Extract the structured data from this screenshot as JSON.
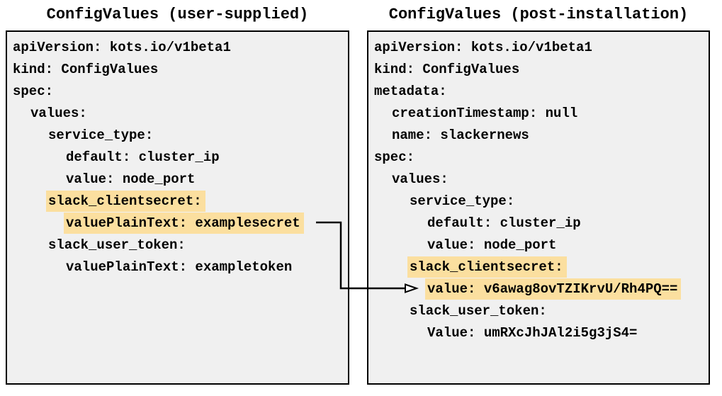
{
  "colors": {
    "panel_background": "#f0f0f0",
    "panel_border": "#000000",
    "highlight": "#fbdf9f",
    "text": "#000000",
    "arrow": "#000000"
  },
  "left_panel": {
    "title": "ConfigValues (user-supplied)",
    "lines": [
      {
        "indent": 0,
        "text": "apiVersion: kots.io/v1beta1",
        "highlight": false
      },
      {
        "indent": 0,
        "text": "kind: ConfigValues",
        "highlight": false
      },
      {
        "indent": 0,
        "text": "spec:",
        "highlight": false
      },
      {
        "indent": 1,
        "text": "values:",
        "highlight": false
      },
      {
        "indent": 2,
        "text": "service_type:",
        "highlight": false
      },
      {
        "indent": 3,
        "text": "default: cluster_ip",
        "highlight": false
      },
      {
        "indent": 3,
        "text": "value: node_port",
        "highlight": false
      },
      {
        "indent": 2,
        "text": "slack_clientsecret:",
        "highlight": true
      },
      {
        "indent": 3,
        "text": "valuePlainText: examplesecret",
        "highlight": true
      },
      {
        "indent": 2,
        "text": "slack_user_token:",
        "highlight": false
      },
      {
        "indent": 3,
        "text": "valuePlainText: exampletoken",
        "highlight": false
      }
    ]
  },
  "right_panel": {
    "title": "ConfigValues (post-installation)",
    "lines": [
      {
        "indent": 0,
        "text": "apiVersion: kots.io/v1beta1",
        "highlight": false
      },
      {
        "indent": 0,
        "text": "kind: ConfigValues",
        "highlight": false
      },
      {
        "indent": 0,
        "text": "metadata:",
        "highlight": false
      },
      {
        "indent": 1,
        "text": "creationTimestamp: null",
        "highlight": false
      },
      {
        "indent": 1,
        "text": "name: slackernews",
        "highlight": false
      },
      {
        "indent": 0,
        "text": "spec:",
        "highlight": false
      },
      {
        "indent": 1,
        "text": "values:",
        "highlight": false
      },
      {
        "indent": 2,
        "text": "service_type:",
        "highlight": false
      },
      {
        "indent": 3,
        "text": "default: cluster_ip",
        "highlight": false
      },
      {
        "indent": 3,
        "text": "value: node_port",
        "highlight": false
      },
      {
        "indent": 2,
        "text": "slack_clientsecret:",
        "highlight": true
      },
      {
        "indent": 3,
        "text": "value: v6awag8ovTZIKrvU/Rh4PQ==",
        "highlight": true
      },
      {
        "indent": 2,
        "text": "slack_user_token:",
        "highlight": false
      },
      {
        "indent": 3,
        "text": "Value: umRXcJhJAl2i5g3jS4=",
        "highlight": false
      }
    ]
  },
  "arrow": {
    "from_text": "valuePlainText: examplesecret",
    "to_text": "value: v6awag8ovTZIKrvU/Rh4PQ=="
  }
}
